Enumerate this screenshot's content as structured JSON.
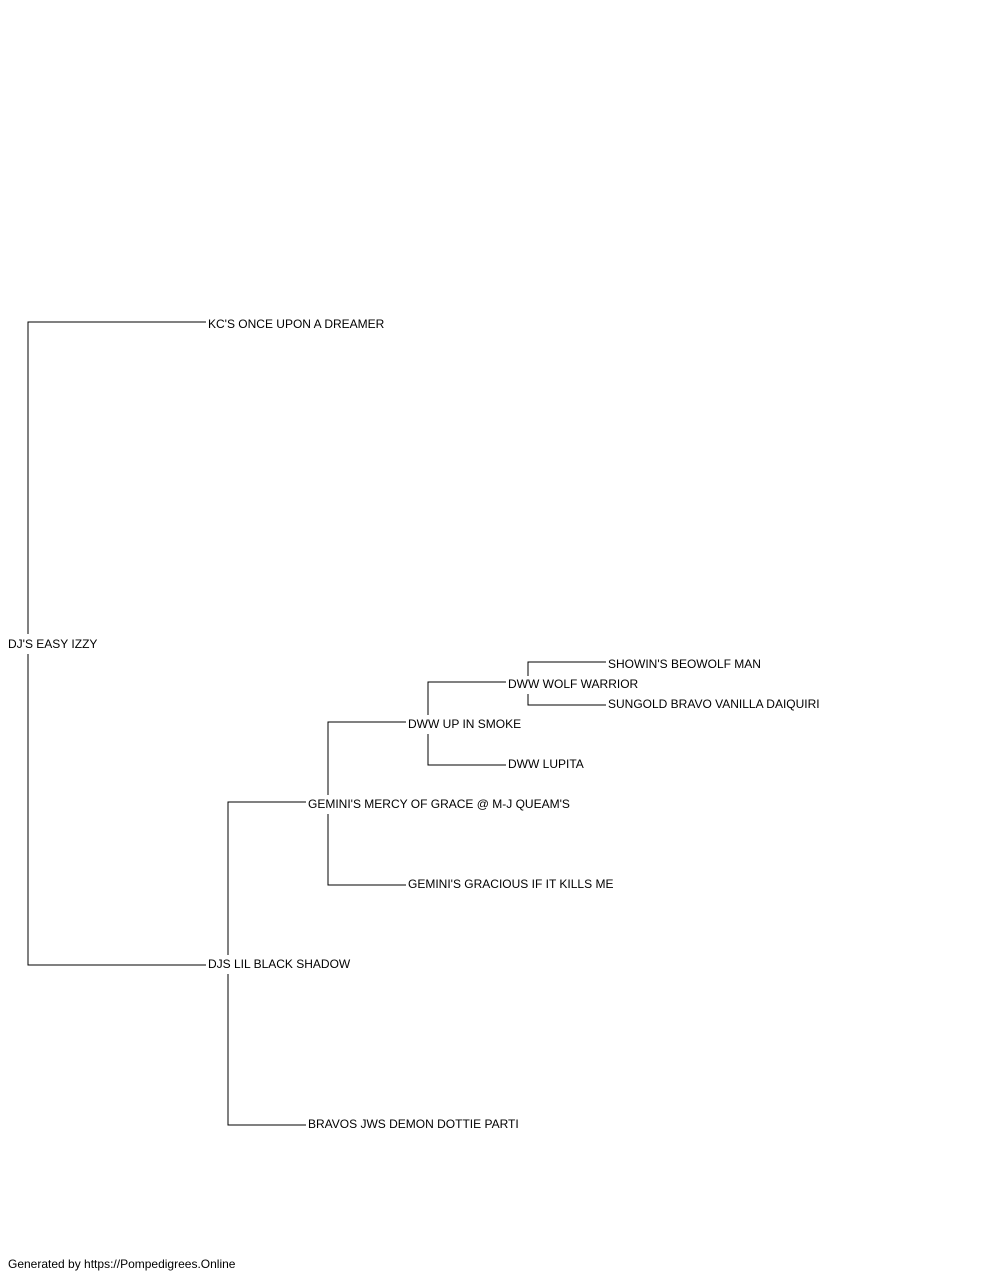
{
  "pedigree": {
    "subject": {
      "name": "DJ'S EASY IZZY",
      "sire": {
        "name": "KC'S ONCE UPON A DREAMER"
      },
      "dam": {
        "name": "DJS LIL BLACK SHADOW",
        "sire": {
          "name": "GEMINI'S MERCY OF GRACE @ M-J QUEAM'S",
          "sire": {
            "name": "DWW UP IN SMOKE",
            "sire": {
              "name": "DWW WOLF WARRIOR",
              "sire": {
                "name": "SHOWIN'S BEOWOLF MAN"
              },
              "dam": {
                "name": "SUNGOLD BRAVO VANILLA DAIQUIRI"
              }
            },
            "dam": {
              "name": "DWW LUPITA"
            }
          },
          "dam": {
            "name": "GEMINI'S GRACIOUS IF IT KILLS ME"
          }
        },
        "dam": {
          "name": "BRAVOS JWS DEMON DOTTIE PARTI"
        }
      }
    }
  },
  "footer": {
    "text": "Generated by https://Pompedigrees.Online"
  }
}
